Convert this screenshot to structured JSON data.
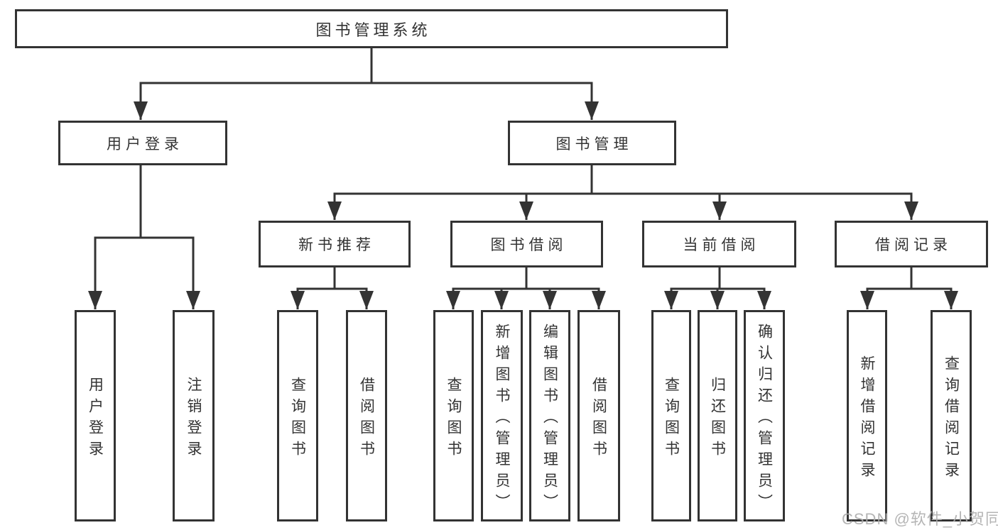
{
  "diagram": {
    "title": "图书管理系统",
    "watermark": "CSDN @软件_小贺同学",
    "colors": {
      "line": "#333333",
      "box_border": "#333333",
      "box_background": "#ffffff",
      "text": "#333333",
      "watermark": "#adadad"
    },
    "nodes": {
      "root": {
        "label": "图书管理系统"
      },
      "login_branch": {
        "label": "用户登录"
      },
      "manage_branch": {
        "label": "图书管理"
      },
      "recommend": {
        "label": "新书推荐"
      },
      "borrowing": {
        "label": "图书借阅"
      },
      "current": {
        "label": "当前借阅"
      },
      "records": {
        "label": "借阅记录"
      },
      "leaf_login": {
        "label": "用户登录"
      },
      "leaf_logout": {
        "label": "注销登录"
      },
      "leaf_query_1": {
        "label": "查询图书"
      },
      "leaf_borrow_1": {
        "label": "借阅图书"
      },
      "leaf_query_2": {
        "label": "查询图书"
      },
      "leaf_add_book": {
        "label": "新增图书（管理员）"
      },
      "leaf_edit_book": {
        "label": "编辑图书（管理员）"
      },
      "leaf_borrow_2": {
        "label": "借阅图书"
      },
      "leaf_query_3": {
        "label": "查询图书"
      },
      "leaf_return_book": {
        "label": "归还图书"
      },
      "leaf_confirm_return": {
        "label": "确认归还（管理员）"
      },
      "leaf_add_record": {
        "label": "新增借阅记录"
      },
      "leaf_query_record": {
        "label": "查询借阅记录"
      }
    }
  }
}
